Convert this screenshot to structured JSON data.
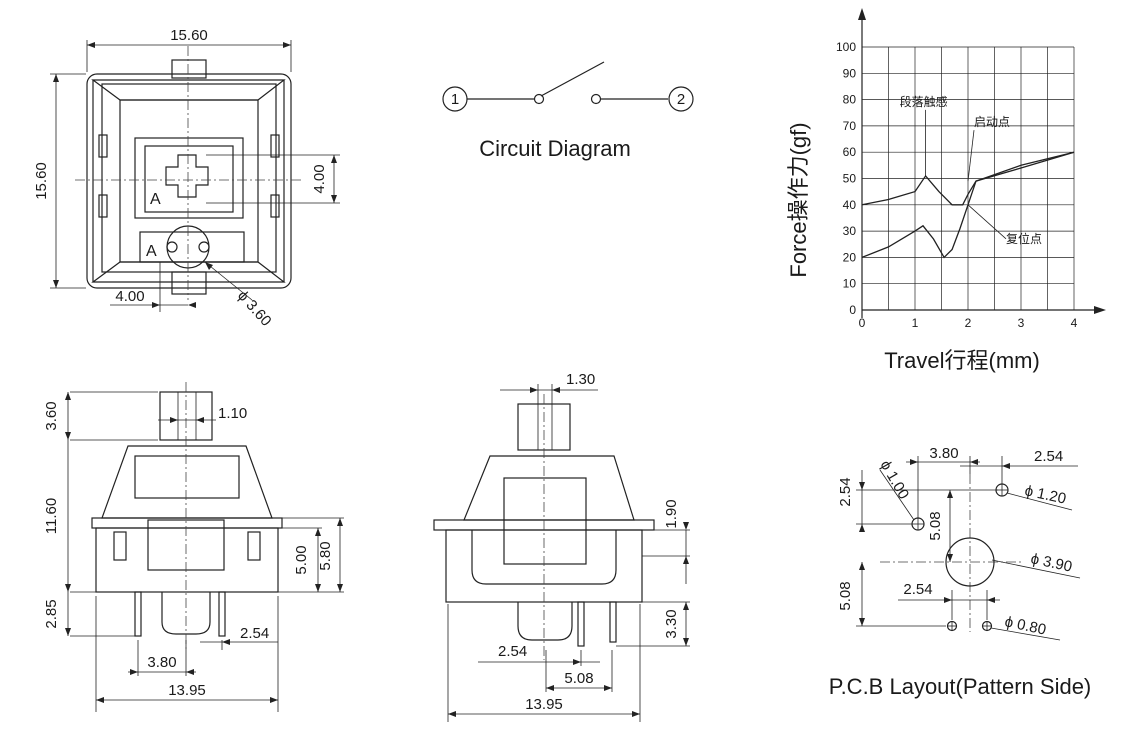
{
  "top_view": {
    "width_dim": "15.60",
    "height_dim": "15.60",
    "stem_dim": "4.00",
    "offset_dim": "4.00",
    "led_dia": "ϕ 3.60",
    "mark_a1": "A",
    "mark_a2": "A"
  },
  "circuit": {
    "title": "Circuit Diagram",
    "node1": "1",
    "node2": "2"
  },
  "front_view": {
    "stem_height": "3.60",
    "stem_width": "1.10",
    "body_height": "11.60",
    "pin_length": "2.85",
    "dim_500": "5.00",
    "dim_580": "5.80",
    "dim_254": "2.54",
    "dim_380": "3.80",
    "width": "13.95"
  },
  "side_view": {
    "stem_width": "1.30",
    "dim_190": "1.90",
    "dim_330": "3.30",
    "dim_254": "2.54",
    "dim_508": "5.08",
    "width": "13.95"
  },
  "pcb": {
    "title": "P.C.B Layout(Pattern Side)",
    "dim_380": "3.80",
    "dim_254_top": "2.54",
    "dim_254_left": "2.54",
    "dim_508_v": "5.08",
    "dim_508_left": "5.08",
    "dim_254_bottom": "2.54",
    "hole_100": "ϕ 1.00",
    "hole_120": "ϕ 1.20",
    "hole_390": "ϕ 3.90",
    "hole_080": "ϕ 0.80"
  },
  "chart_data": {
    "type": "line",
    "xlabel": "Travel行程(mm)",
    "ylabel": "Force操作力(gf)",
    "xlim": [
      0,
      4
    ],
    "ylim": [
      0,
      100
    ],
    "x_ticks": [
      "0",
      "1",
      "2",
      "3",
      "4"
    ],
    "y_ticks": [
      "0",
      "10",
      "20",
      "30",
      "40",
      "50",
      "60",
      "70",
      "80",
      "90",
      "100"
    ],
    "grid": true,
    "annotations": [
      {
        "text": "段落触感",
        "x": 1.2,
        "y": 51
      },
      {
        "text": "启动点",
        "x": 2.0,
        "y": 49
      },
      {
        "text": "复位点",
        "x": 2.0,
        "y": 40
      }
    ],
    "series": [
      {
        "values": [
          [
            0,
            40
          ],
          [
            0.5,
            42
          ],
          [
            1.0,
            45
          ],
          [
            1.2,
            51
          ],
          [
            1.45,
            45
          ],
          [
            1.7,
            40
          ],
          [
            1.9,
            40
          ],
          [
            2.0,
            44
          ],
          [
            2.15,
            49
          ],
          [
            3.0,
            54
          ],
          [
            4.0,
            60
          ]
        ]
      },
      {
        "values": [
          [
            0,
            20
          ],
          [
            0.5,
            24
          ],
          [
            1.0,
            30
          ],
          [
            1.15,
            32
          ],
          [
            1.35,
            27
          ],
          [
            1.55,
            20
          ],
          [
            1.7,
            23
          ],
          [
            1.85,
            31
          ],
          [
            2.0,
            40
          ],
          [
            2.15,
            49
          ],
          [
            3.0,
            55
          ],
          [
            4.0,
            60
          ]
        ]
      }
    ]
  }
}
